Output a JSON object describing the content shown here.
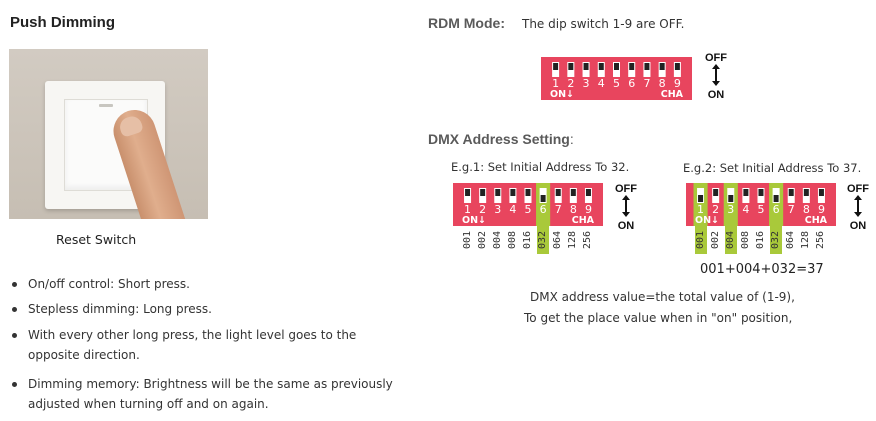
{
  "left": {
    "title": "Push Dimming",
    "caption": "Reset Switch",
    "bullets": [
      "On/off control: Short press.",
      "Stepless dimming: Long press.",
      "With every other long press,  the light level goes to the",
      "opposite direction.",
      "Dimming memory: Brightness will be the same as previously",
      "adjusted when turning off and on again."
    ]
  },
  "rdm": {
    "label": "RDM Mode:",
    "text": "The dip switch 1-9 are OFF.",
    "switch_numbers": [
      "1",
      "2",
      "3",
      "4",
      "5",
      "6",
      "7",
      "8",
      "9"
    ],
    "on_label": "ON↓",
    "cha_label": "CHA",
    "off": "OFF",
    "on": "ON"
  },
  "dmx": {
    "title": "DMX Address Setting",
    "colon": ":",
    "eg1": "E.g.1: Set Initial Address To 32.",
    "eg2": "E.g.2: Set Initial Address To 37.",
    "values": [
      "001",
      "002",
      "004",
      "008",
      "016",
      "032",
      "064",
      "128",
      "256"
    ],
    "eg1_on": [
      6
    ],
    "eg2_on": [
      1,
      3,
      6
    ],
    "sum": "001+004+032=37",
    "note1": "DMX address value=the total value of (1-9),",
    "note2": "To get the place value when in \"on\" position,"
  },
  "colors": {
    "dip_red": "#e8455e",
    "highlight_green": "#a9c93a"
  }
}
